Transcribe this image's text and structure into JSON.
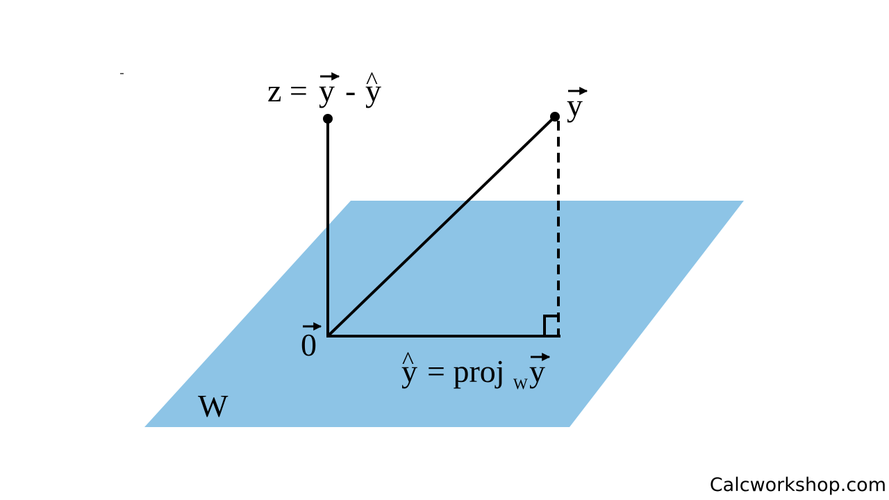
{
  "diagram": {
    "plane_color": "#8DC4E6",
    "stroke_color": "#000000",
    "labels": {
      "z_lhs": "z =",
      "z_y": "y",
      "z_minus": "-",
      "z_yhat": "y",
      "y_vec": "y",
      "zero": "0",
      "proj_lhs": "y",
      "proj_eq": "= proj",
      "proj_sub": "W",
      "proj_y": "y",
      "plane": "W"
    },
    "hat_glyph": "^",
    "vector_arrow_icon": "right-arrow-icon"
  },
  "watermark": "Calcworkshop.com"
}
